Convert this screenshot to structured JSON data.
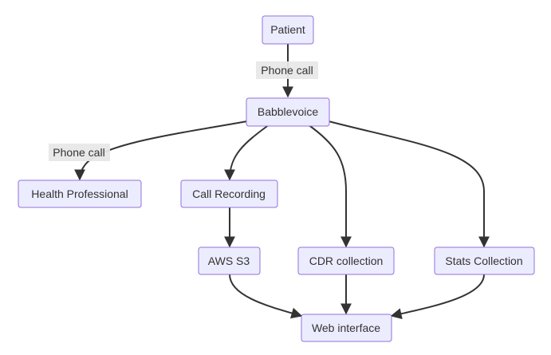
{
  "nodes": {
    "patient": "Patient",
    "babblevoice": "Babblevoice",
    "health_professional": "Health Professional",
    "call_recording": "Call Recording",
    "aws_s3": "AWS S3",
    "cdr_collection": "CDR collection",
    "stats_collection": "Stats Collection",
    "web_interface": "Web interface"
  },
  "edge_labels": {
    "patient_to_babblevoice": "Phone call",
    "babblevoice_to_health_professional": "Phone call"
  },
  "colors": {
    "node_fill": "#ECECFF",
    "node_stroke": "#9370DB",
    "edge": "#333333",
    "text": "#333333",
    "label_bg": "#e8e8e8"
  }
}
